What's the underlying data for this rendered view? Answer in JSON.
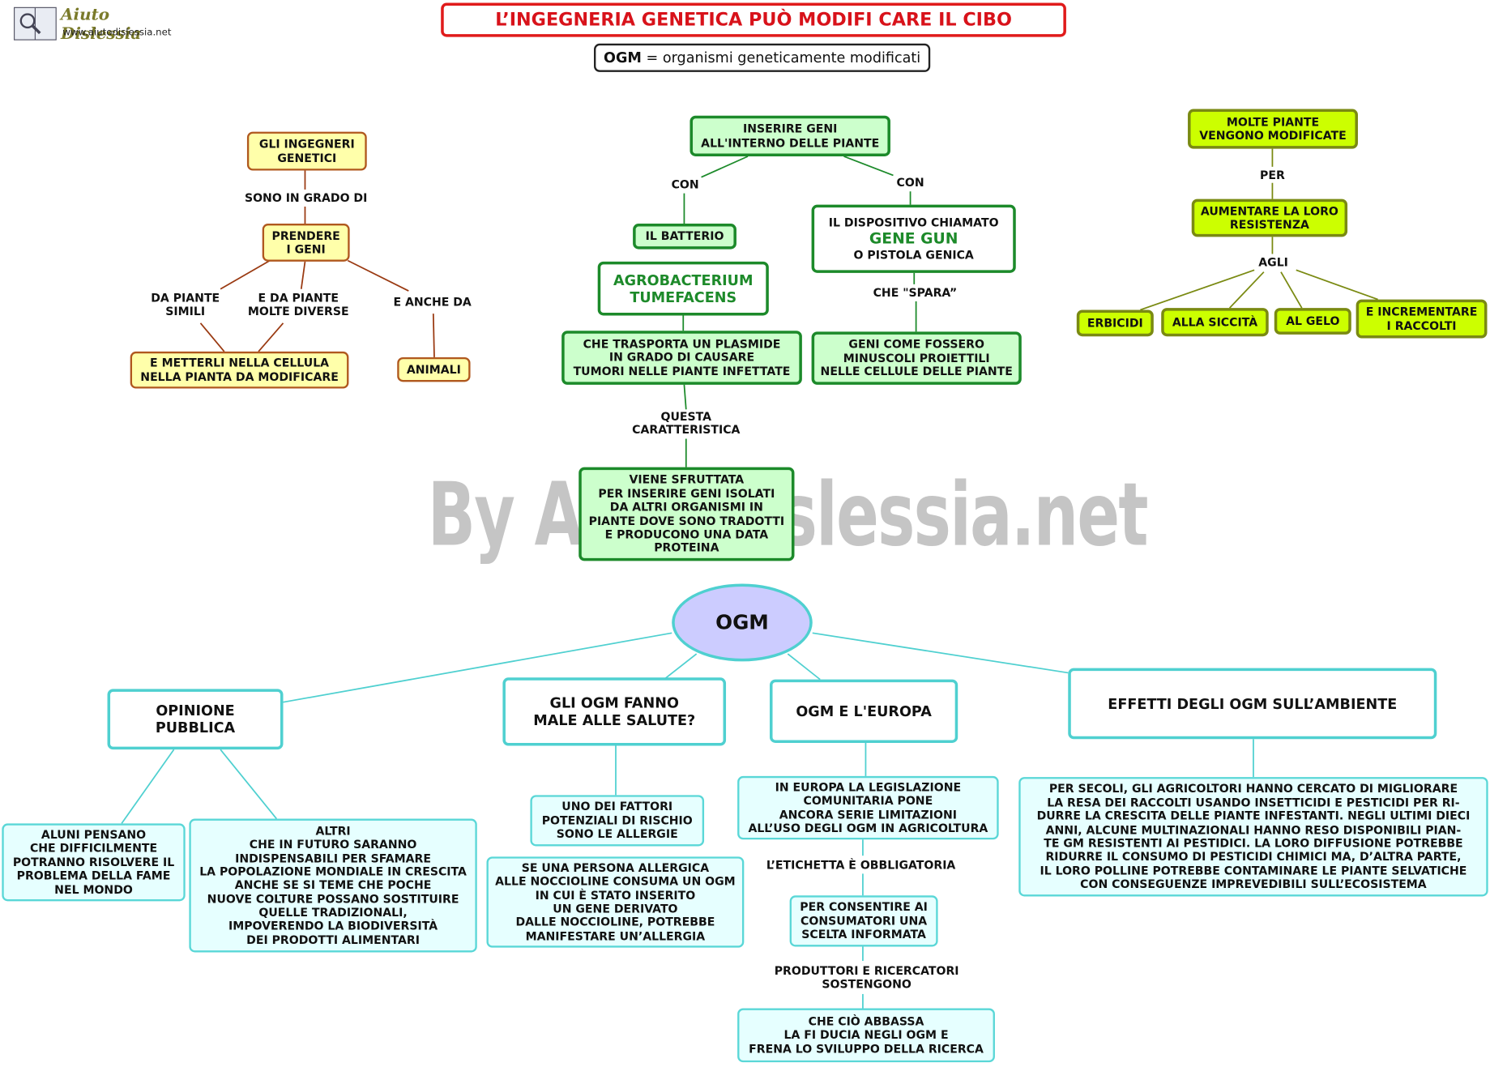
{
  "header": {
    "logo_title": "Aiuto Dislessia",
    "logo_url": "www.aiutodislessia.net",
    "title": "L’INGEGNERIA GENETICA PUÒ MODIFI CARE   IL CIBO",
    "subtitle_bold": "OGM",
    "subtitle_rest": " = organismi geneticamente modificati"
  },
  "watermark": "By Aiutodislessia.net",
  "left_branch": {
    "ingegneri": "GLI INGEGNERI\nGENETICI",
    "sono_in_grado": "SONO IN GRADO DI",
    "prendere": "PRENDERE\nI GENI",
    "da_piante_simili": "DA PIANTE\nSIMILI",
    "e_da_piante": "E DA PIANTE\nMOLTE DIVERSE",
    "e_anche_da": "E ANCHE DA",
    "metterli": "E METTERLI NELLA CELLULA\nNELLA PIANTA DA MODIFICARE",
    "animali": "ANIMALI"
  },
  "middle_branch": {
    "inserire": "INSERIRE GENI\nALL'INTERNO DELLE PIANTE",
    "con_left": "CON",
    "con_right": "CON",
    "batterio": "IL BATTERIO",
    "agrobacterium": "AGROBACTERIUM\nTUMEFACENS",
    "plasmide": "CHE TRASPORTA UN PLASMIDE\nIN GRADO DI CAUSARE\nTUMORI NELLE PIANTE INFETTATE",
    "questa": "QUESTA\nCARATTERISTICA",
    "viene": "VIENE SFRUTTATA\nPER INSERIRE GENI ISOLATI\nDA ALTRI ORGANISMI IN\nPIANTE DOVE SONO TRADOTTI\nE PRODUCONO UNA DATA\nPROTEINA",
    "dispositivo_top": "IL DISPOSITIVO CHIAMATO",
    "gene_gun": "GENE GUN",
    "dispositivo_bottom": "O PISTOLA GENICA",
    "spara": "CHE  \"SPARA”",
    "geni_proiettili": "GENI COME FOSSERO\nMINUSCOLI PROIETTILI\nNELLE CELLULE DELLE PIANTE"
  },
  "right_branch": {
    "molte_piante": "MOLTE PIANTE\nVENGONO MODIFICATE",
    "per": "PER",
    "aumentare": "AUMENTARE LA LORO\nRESISTENZA",
    "agli": "AGLI",
    "erbicidi": "ERBICIDI",
    "siccita": "ALLA SICCITÀ",
    "gelo": "AL GELO",
    "raccolti": "E INCREMENTARE\nI  RACCOLTI"
  },
  "ogm": {
    "center": "OGM",
    "opinione": "OPINIONE\nPUBBLICA",
    "male": "GLI OGM FANNO\nMALE ALLE SALUTE?",
    "europa": "OGM E L'EUROPA",
    "effetti": "EFFETTI DEGLI OGM SULL’AMBIENTE",
    "alunni": "ALUNI PENSANO\nCHE  DIFFICILMENTE\nPOTRANNO RISOLVERE IL\nPROBLEMA DELLA FAME\nNEL MONDO",
    "altri": "ALTRI\nCHE IN FUTURO SARANNO\nINDISPENSABILI PER SFAMARE\nLA POPOLAZIONE MONDIALE IN CRESCITA\nANCHE SE SI TEME CHE POCHE\nNUOVE  COLTURE  POSSANO  SOSTITUIRE\nQUELLE  TRADIZIONALI,\nIMPOVERENDO LA BIODIVERSITÀ\nDEI PRODOTTI ALIMENTARI",
    "fattori": "UNO DEI FATTORI\nPOTENZIALI DI RISCHIO\nSONO LE ALLERGIE",
    "nocciole": "SE UNA PERSONA ALLERGICA\nALLE NOCCIOLINE CONSUMA UN OGM\nIN CUI È STATO INSERITO\nUN GENE DERIVATO\nDALLE NOCCIOLINE, POTREBBE\nMANIFESTARE UN’ALLERGIA",
    "legislazione": "IN EUROPA LA LEGISLAZIONE\nCOMUNITARIA PONE\nANCORA SERIE LIMITAZIONI\nALL’USO DEGLI OGM IN AGRICOLTURA",
    "etichetta": "L’ETICHETTA È OBBLIGATORIA",
    "consentire": "PER CONSENTIRE AI\nCONSUMATORI UNA\nSCELTA INFORMATA",
    "produttori": "PRODUTTORI E RICERCATORI\nSOSTENGONO",
    "abbassa": "CHE CIÒ ABBASSA\nLA FI DUCIA NEGLI OGM E\nFRENA LO SVILUPPO DELLA RICERCA",
    "secoli": "PER SECOLI, GLI AGRICOLTORI HANNO CERCATO DI MIGLIORARE\nLA RESA DEI RACCOLTI USANDO INSETTICIDI E PESTICIDI PER RI-\nDURRE LA CRESCITA DELLE PIANTE INFESTANTI. NEGLI ULTIMI DIECI\nANNI, ALCUNE MULTINAZIONALI HANNO RESO DISPONIBILI PIAN-\nTE GM RESISTENTI AI PESTIDICI. LA LORO DIFFUSIONE POTREBBE\nRIDURRE IL CONSUMO DI PESTICIDI CHIMICI MA, D’ALTRA PARTE,\nIL LORO POLLINE POTREBBE CONTAMINARE LE PIANTE SELVATICHE\nCON CONSEGUENZE IMPREVEDIBILI SULL’ECOSISTEMA"
  }
}
